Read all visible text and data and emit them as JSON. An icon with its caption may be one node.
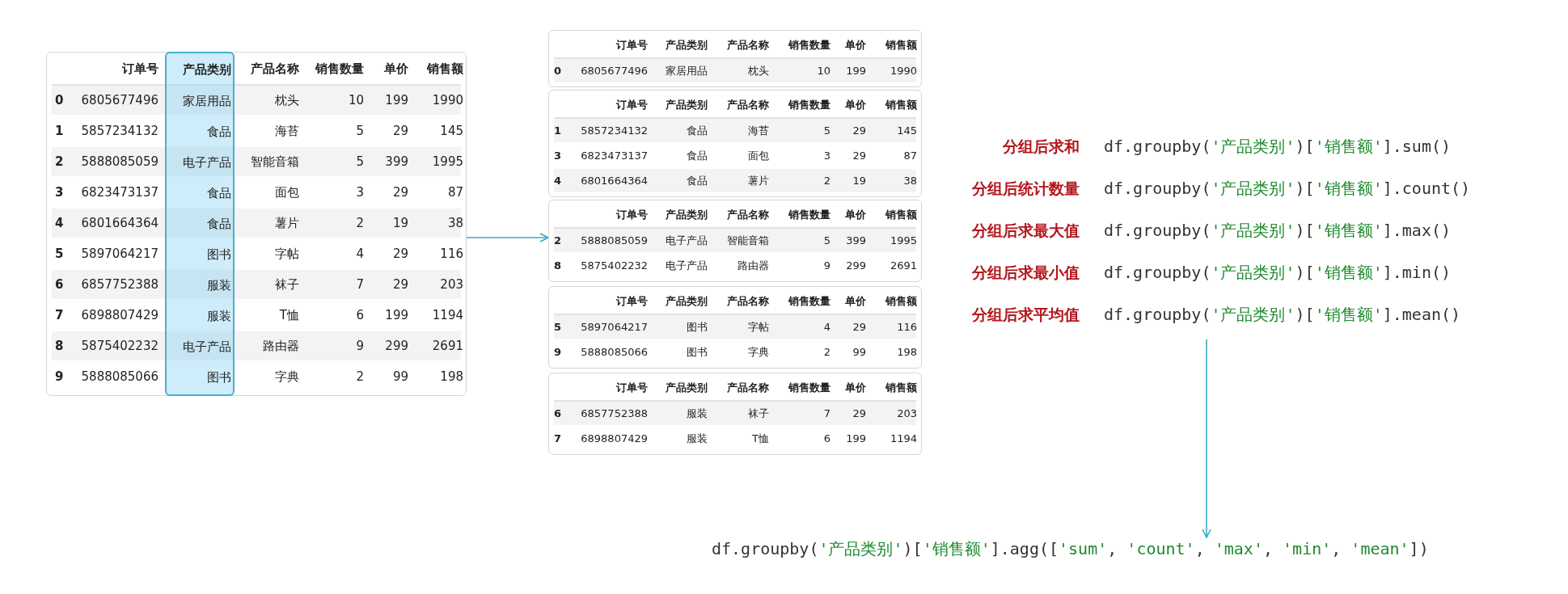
{
  "diagram": {
    "nodes": [
      {
        "text": [
          "订单号",
          "产品名称",
          "销售数量",
          "单价",
          "销售额",
          "0",
          "6805677496",
          "枕头",
          "10",
          "199",
          "1990",
          "1",
          "5857234132",
          "海苔",
          "5",
          "29",
          "145",
          "2",
          "5888085059",
          "智能音箱",
          "5",
          "399",
          "1995",
          "3",
          "6823473137",
          "面包",
          "3",
          "29",
          "87",
          "4",
          "6801664364",
          "薯片",
          "2",
          "19",
          "38",
          "5",
          "5897064217",
          "字帖",
          "4",
          "29",
          "116",
          "6",
          "6857752388",
          "袜子",
          "7",
          "29",
          "203",
          "7",
          "6898807429",
          "T恤",
          "6",
          "199",
          "1194",
          "8",
          "5875402232",
          "路由器",
          "9",
          "299",
          "2691",
          "9",
          "5888085066",
          "字典",
          "2",
          "99",
          "198"
        ]
      },
      {
        "text": [
          "产品类别",
          "家居用品",
          "食品",
          "电子产品",
          "食品",
          "食品",
          "图书",
          "服装",
          "服装",
          "电子产品",
          "图书"
        ],
        "in": 0
      },
      {
        "text": [
          "订单号",
          "产品类别",
          "产品名称",
          "销售数量",
          "单价",
          "销售额",
          "0",
          "6805677496",
          "家居用品",
          "枕头",
          "10",
          "199",
          "1990"
        ]
      },
      {
        "text": [
          "订单号",
          "产品类别",
          "产品名称",
          "销售数量",
          "单价",
          "销售额",
          "1",
          "5857234132",
          "食品",
          "海苔",
          "5",
          "29",
          "145",
          "3",
          "6823473137",
          "食品",
          "面包",
          "3",
          "29",
          "87",
          "4",
          "6801664364",
          "食品",
          "薯片",
          "2",
          "19",
          "38"
        ]
      },
      {
        "text": [
          "订单号",
          "产品类别",
          "产品名称",
          "销售数量",
          "单价",
          "销售额",
          "2",
          "5888085059",
          "电子产品",
          "智能音箱",
          "5",
          "399",
          "1995",
          "8",
          "5875402232",
          "电子产品",
          "路由器",
          "9",
          "299",
          "2691"
        ]
      },
      {
        "text": [
          "订单号",
          "产品类别",
          "产品名称",
          "销售数量",
          "单价",
          "销售额",
          "5",
          "5897064217",
          "图书",
          "字帖",
          "4",
          "29",
          "116",
          "9",
          "5888085066",
          "图书",
          "字典",
          "2",
          "99",
          "198"
        ]
      },
      {
        "text": [
          "订单号",
          "产品类别",
          "产品名称",
          "销售数量",
          "单价",
          "销售额",
          "6",
          "6857752388",
          "服装",
          "袜子",
          "7",
          "29",
          "203",
          "7",
          "6898807429",
          "服装",
          "T恤",
          "6",
          "199",
          "1194"
        ]
      },
      {
        "text": [
          "分组后求和",
          "df.groupby('产品类别')['销售额'].sum()",
          "分组后统计数量",
          "df.groupby('产品类别')['销售额'].count()",
          "分组后求最大值",
          "df.groupby('产品类别')['销售额'].max()",
          "分组后求最小值",
          "df.groupby('产品类别')['销售额'].min()",
          "分组后求平均值",
          "df.groupby('产品类别')['销售额'].mean()"
        ]
      },
      {
        "text": [
          "df.groupby('产品类别')['销售额'].agg(['sum', 'count', 'max', 'min', 'mean'])"
        ]
      }
    ],
    "edges": [
      {
        "from": 1,
        "to": 4,
        "arrow": "to"
      },
      {
        "from": 7,
        "to": 8,
        "arrow": "to"
      }
    ]
  }
}
